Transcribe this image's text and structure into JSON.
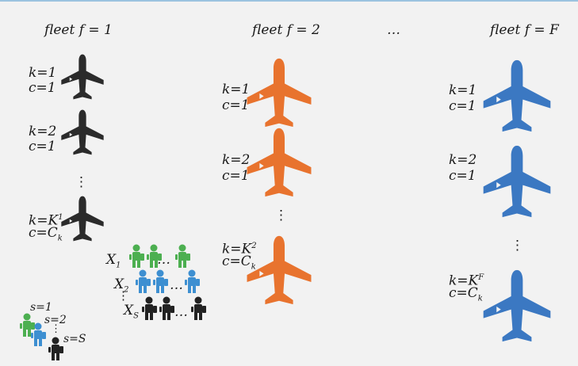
{
  "header": {
    "fleet1": "fleet f = 1",
    "fleet2": "fleet f = 2",
    "ellipsis": "…",
    "fleetF": "fleet f = F"
  },
  "fleet1": {
    "color": "#2b2b2b",
    "entries": [
      {
        "k": "k=1",
        "c": "c=1"
      },
      {
        "k": "k=2",
        "c": "c=1"
      }
    ],
    "last_k_base": "k=K",
    "last_k_sup": "1",
    "last_c_base": "c=C",
    "last_c_sub": "k"
  },
  "fleet2": {
    "color": "#e8732e",
    "entries": [
      {
        "k": "k=1",
        "c": "c=1"
      },
      {
        "k": "k=2",
        "c": "c=1"
      }
    ],
    "last_k_base": "k=K",
    "last_k_sup": "2",
    "last_c_base": "c=C",
    "last_c_sub": "k"
  },
  "fleetF": {
    "color": "#3b78c2",
    "entries": [
      {
        "k": "k=1",
        "c": "c=1"
      },
      {
        "k": "k=2",
        "c": "c=1"
      }
    ],
    "last_k_base": "k=K",
    "last_k_sup": "F",
    "last_c_base": "c=C",
    "last_c_sub": "k"
  },
  "passengers": {
    "x1_base": "X",
    "x1_sub": "1",
    "x2_base": "X",
    "x2_sub": "2",
    "xs_base": "X",
    "xs_sub": "S",
    "s1": "s=1",
    "s2": "s=2",
    "sS": "s=S",
    "ellipsis": "…",
    "colors": {
      "green": "#4caf50",
      "blue": "#3d8fd1",
      "black": "#222222"
    }
  },
  "vdots": "⋮"
}
